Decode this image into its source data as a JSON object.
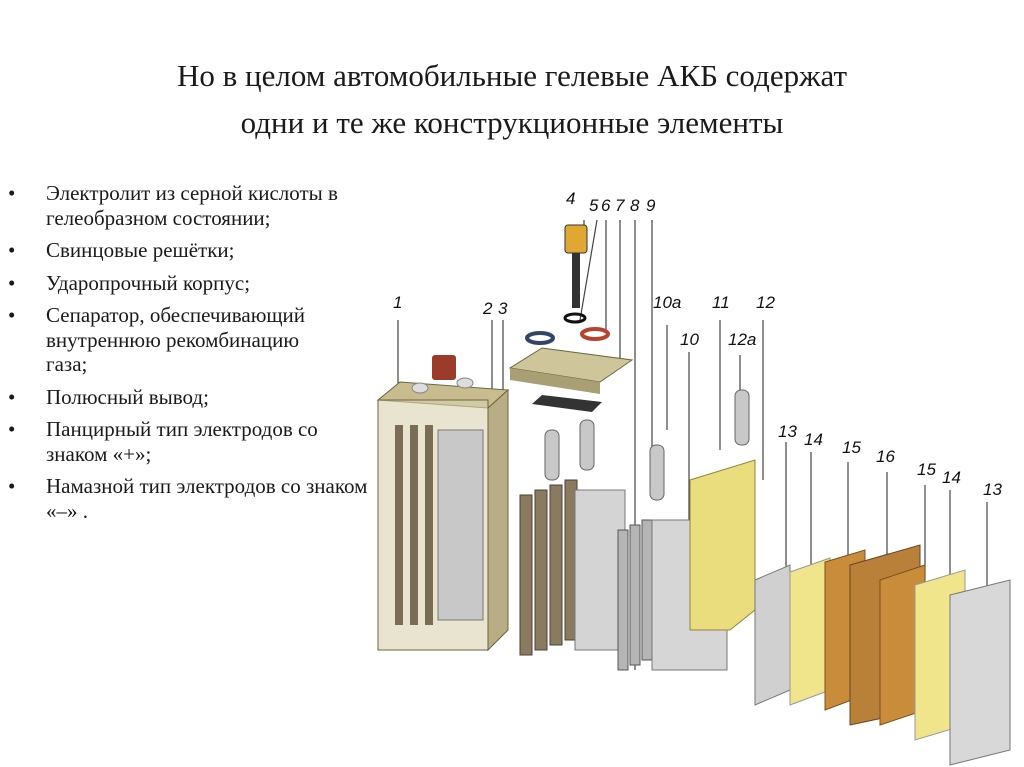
{
  "title": {
    "line1": "Но в целом автомобильные гелевые АКБ содержат",
    "line2": "одни и те же конструкционные элементы"
  },
  "bullet_symbol": "•",
  "bullets": [
    "Электролит из серной кислоты в гелеобразном состоянии;",
    "Свинцовые решётки;",
    "Ударопрочный корпус;",
    "Сепаратор, обеспечивающий внутреннюю рекомбинацию газа;",
    "Полюсный вывод;",
    "Панцирный тип электродов со знаком «+»;",
    "Намазной тип электродов со знаком «–» ."
  ],
  "diagram_labels": [
    "4",
    "5",
    "6",
    "7",
    "8",
    "9",
    "1",
    "2",
    "3",
    "10a",
    "11",
    "12",
    "10",
    "12a",
    "13",
    "14",
    "15",
    "16",
    "15",
    "14",
    "13"
  ]
}
